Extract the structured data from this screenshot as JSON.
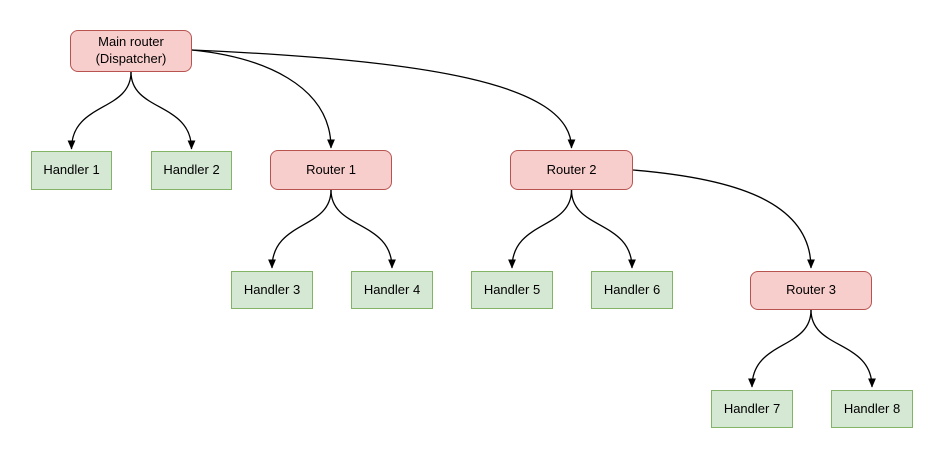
{
  "diagram": {
    "type": "flowchart",
    "colors": {
      "background": "#ffffff",
      "router_fill": "#f8cecc",
      "router_border": "#b85450",
      "handler_fill": "#d5e8d4",
      "handler_border": "#82b366",
      "edge": "#000000",
      "text": "#000000"
    },
    "nodes": {
      "main_router": {
        "label": "Main router\n(Dispatcher)",
        "kind": "router"
      },
      "router1": {
        "label": "Router 1",
        "kind": "router"
      },
      "router2": {
        "label": "Router 2",
        "kind": "router"
      },
      "router3": {
        "label": "Router 3",
        "kind": "router"
      },
      "handler1": {
        "label": "Handler 1",
        "kind": "handler"
      },
      "handler2": {
        "label": "Handler 2",
        "kind": "handler"
      },
      "handler3": {
        "label": "Handler 3",
        "kind": "handler"
      },
      "handler4": {
        "label": "Handler 4",
        "kind": "handler"
      },
      "handler5": {
        "label": "Handler 5",
        "kind": "handler"
      },
      "handler6": {
        "label": "Handler 6",
        "kind": "handler"
      },
      "handler7": {
        "label": "Handler 7",
        "kind": "handler"
      },
      "handler8": {
        "label": "Handler 8",
        "kind": "handler"
      }
    },
    "edges": [
      {
        "from": "main_router",
        "to": "handler1"
      },
      {
        "from": "main_router",
        "to": "handler2"
      },
      {
        "from": "main_router",
        "to": "router1"
      },
      {
        "from": "main_router",
        "to": "router2"
      },
      {
        "from": "router1",
        "to": "handler3"
      },
      {
        "from": "router1",
        "to": "handler4"
      },
      {
        "from": "router2",
        "to": "handler5"
      },
      {
        "from": "router2",
        "to": "handler6"
      },
      {
        "from": "router2",
        "to": "router3"
      },
      {
        "from": "router3",
        "to": "handler7"
      },
      {
        "from": "router3",
        "to": "handler8"
      }
    ]
  }
}
